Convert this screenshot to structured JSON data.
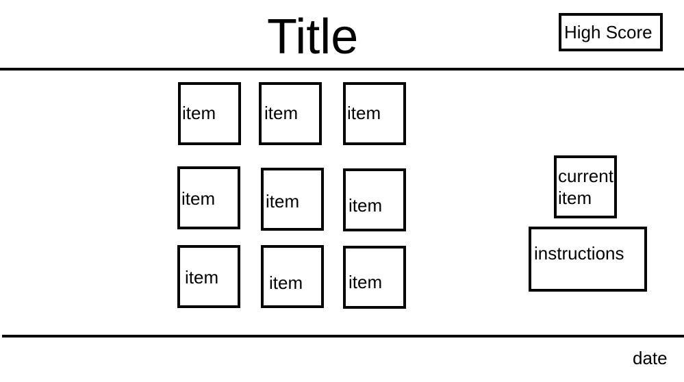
{
  "header": {
    "title": "Title",
    "high_score_label": "High Score"
  },
  "grid": {
    "items": [
      {
        "label": "item"
      },
      {
        "label": "item"
      },
      {
        "label": "item"
      },
      {
        "label": "item"
      },
      {
        "label": "item"
      },
      {
        "label": "item"
      },
      {
        "label": "item"
      },
      {
        "label": "item"
      },
      {
        "label": "item"
      }
    ]
  },
  "side_panel": {
    "current_item_line1": "current",
    "current_item_line2": "item",
    "instructions_label": "instructions"
  },
  "footer": {
    "date_label": "date"
  }
}
